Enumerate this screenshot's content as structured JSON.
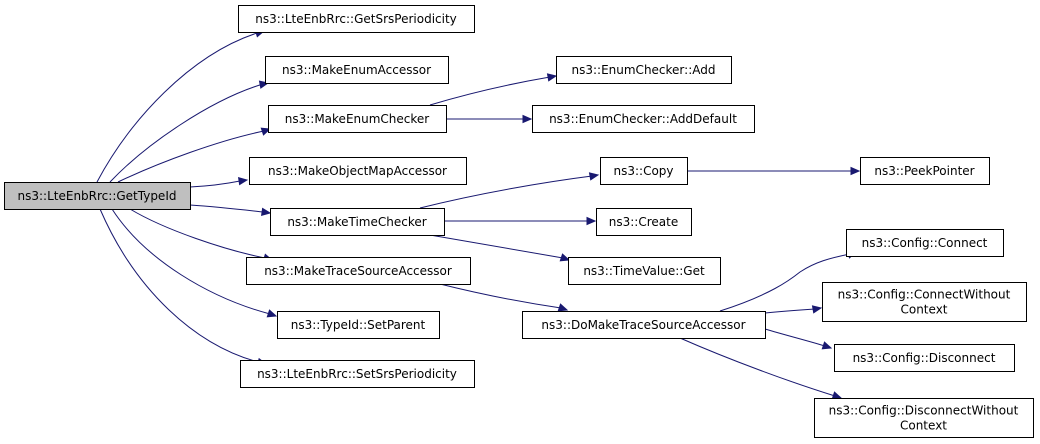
{
  "diagram": {
    "nodes": [
      {
        "id": "root",
        "lines": [
          "ns3::LteEnbRrc::GetTypeId"
        ]
      },
      {
        "id": "getsrs",
        "lines": [
          "ns3::LteEnbRrc::GetSrsPeriodicity"
        ]
      },
      {
        "id": "makeenumacc",
        "lines": [
          "ns3::MakeEnumAccessor"
        ]
      },
      {
        "id": "makeenumchk",
        "lines": [
          "ns3::MakeEnumChecker"
        ]
      },
      {
        "id": "makeobjmap",
        "lines": [
          "ns3::MakeObjectMapAccessor"
        ]
      },
      {
        "id": "maketimechk",
        "lines": [
          "ns3::MakeTimeChecker"
        ]
      },
      {
        "id": "maketrace",
        "lines": [
          "ns3::MakeTraceSourceAccessor"
        ]
      },
      {
        "id": "setparent",
        "lines": [
          "ns3::TypeId::SetParent"
        ]
      },
      {
        "id": "setsrs",
        "lines": [
          "ns3::LteEnbRrc::SetSrsPeriodicity"
        ]
      },
      {
        "id": "enumadd",
        "lines": [
          "ns3::EnumChecker::Add"
        ]
      },
      {
        "id": "enumadddef",
        "lines": [
          "ns3::EnumChecker::AddDefault"
        ]
      },
      {
        "id": "copy",
        "lines": [
          "ns3::Copy"
        ]
      },
      {
        "id": "create",
        "lines": [
          "ns3::Create"
        ]
      },
      {
        "id": "timeget",
        "lines": [
          "ns3::TimeValue::Get"
        ]
      },
      {
        "id": "domaketrace",
        "lines": [
          "ns3::DoMakeTraceSourceAccessor"
        ]
      },
      {
        "id": "peek",
        "lines": [
          "ns3::PeekPointer"
        ]
      },
      {
        "id": "connect",
        "lines": [
          "ns3::Config::Connect"
        ]
      },
      {
        "id": "connectwo",
        "lines": [
          "ns3::Config::ConnectWithout",
          "Context"
        ]
      },
      {
        "id": "disconnect",
        "lines": [
          "ns3::Config::Disconnect"
        ]
      },
      {
        "id": "disconnectwo",
        "lines": [
          "ns3::Config::DisconnectWithout",
          "Context"
        ]
      }
    ],
    "edges": [
      {
        "from": "root",
        "to": "getsrs"
      },
      {
        "from": "root",
        "to": "makeenumacc"
      },
      {
        "from": "root",
        "to": "makeenumchk"
      },
      {
        "from": "root",
        "to": "makeobjmap"
      },
      {
        "from": "root",
        "to": "maketimechk"
      },
      {
        "from": "root",
        "to": "maketrace"
      },
      {
        "from": "root",
        "to": "setparent"
      },
      {
        "from": "root",
        "to": "setsrs"
      },
      {
        "from": "makeenumchk",
        "to": "enumadd"
      },
      {
        "from": "makeenumchk",
        "to": "enumadddef"
      },
      {
        "from": "maketimechk",
        "to": "copy"
      },
      {
        "from": "maketimechk",
        "to": "create"
      },
      {
        "from": "maketimechk",
        "to": "timeget"
      },
      {
        "from": "maketrace",
        "to": "domaketrace"
      },
      {
        "from": "copy",
        "to": "peek"
      },
      {
        "from": "domaketrace",
        "to": "connect"
      },
      {
        "from": "domaketrace",
        "to": "connectwo"
      },
      {
        "from": "domaketrace",
        "to": "disconnect"
      },
      {
        "from": "domaketrace",
        "to": "disconnectwo"
      }
    ],
    "colors": {
      "edge": "#191970",
      "root_fill": "#bfbfbf",
      "node_fill": "#ffffff",
      "node_stroke": "#000000"
    }
  }
}
